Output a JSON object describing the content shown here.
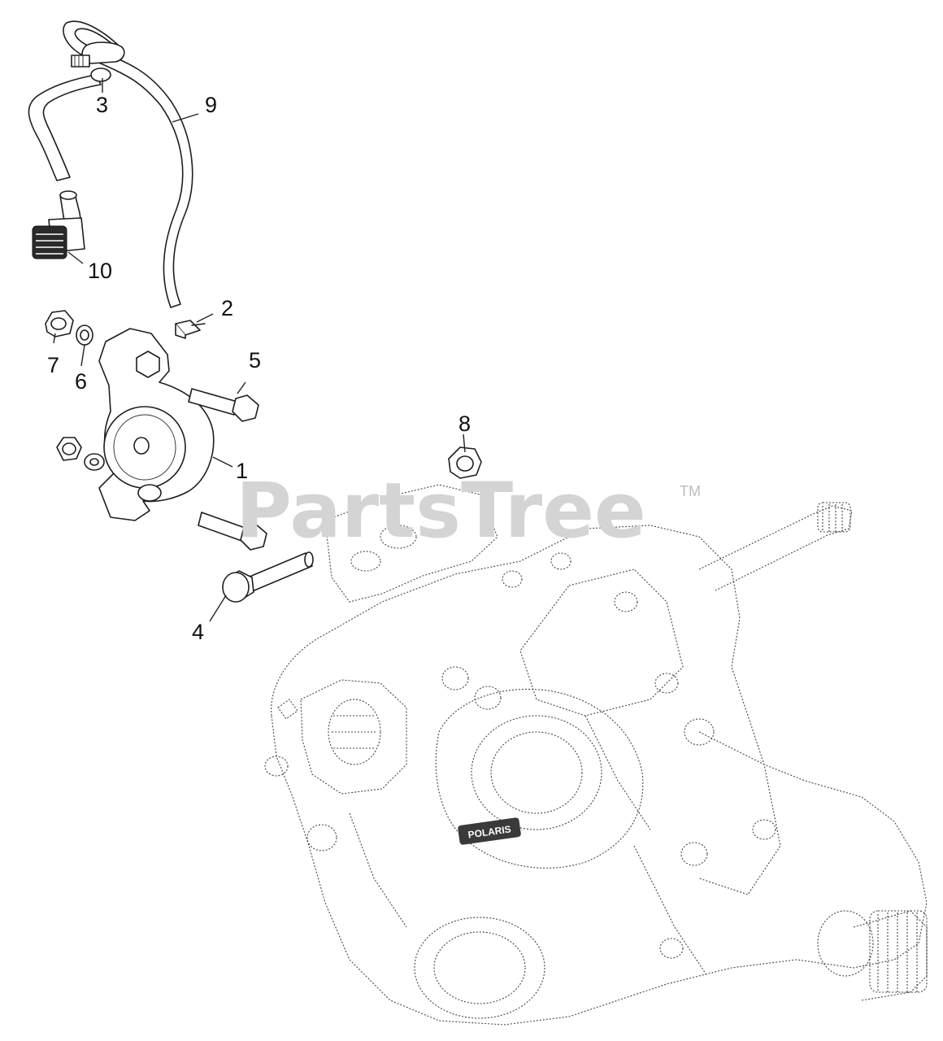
{
  "callouts": {
    "c1": "1",
    "c2": "2",
    "c3": "3",
    "c4": "4",
    "c5": "5",
    "c6": "6",
    "c7": "7",
    "c8": "8",
    "c9": "9",
    "c10": "10"
  },
  "watermark": {
    "text": "PartsTree",
    "trademark": "TM"
  },
  "housing_badge": "POLARIS"
}
